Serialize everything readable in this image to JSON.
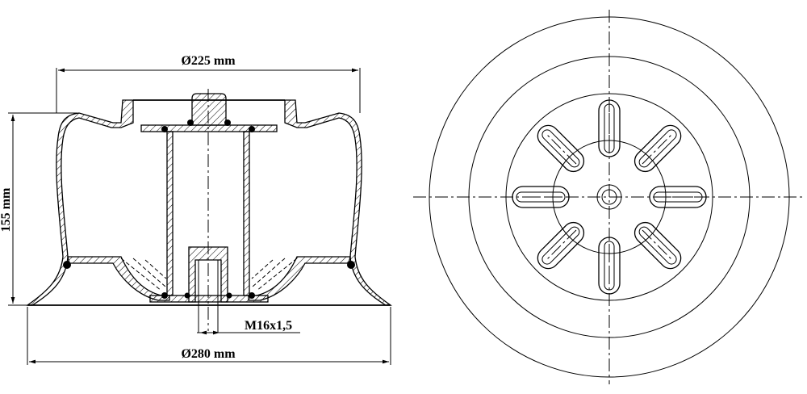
{
  "diagram": {
    "dimensions": {
      "top_diameter": "Ø225 mm",
      "bottom_diameter": "Ø280 mm",
      "height": "155 mm",
      "thread": "M16x1,5"
    },
    "colors": {
      "line": "#000000",
      "background": "#ffffff"
    },
    "rib_count": 8
  }
}
